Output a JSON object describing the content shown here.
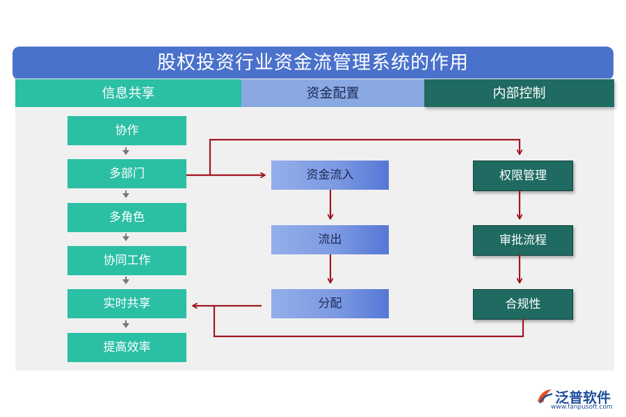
{
  "title": "股权投资行业资金流管理系统的作用",
  "columns": {
    "info": "信息共享",
    "funds": "资金配置",
    "control": "内部控制"
  },
  "info_steps": [
    "协作",
    "多部门",
    "多角色",
    "协同工作",
    "实时共享",
    "提高效率"
  ],
  "funds_steps": [
    "资金流入",
    "流出",
    "分配"
  ],
  "control_steps": [
    "权限管理",
    "审批流程",
    "合规性"
  ],
  "logo": {
    "name": "泛普软件",
    "url": "www.fanpusoft.com"
  },
  "colors": {
    "title_bg": "#4a72cc",
    "teal": "#2bbfa4",
    "blue": "#8aa8e2",
    "dark_teal": "#1f6b62",
    "connector": "#a0141e",
    "step_arrow": "#777777"
  }
}
